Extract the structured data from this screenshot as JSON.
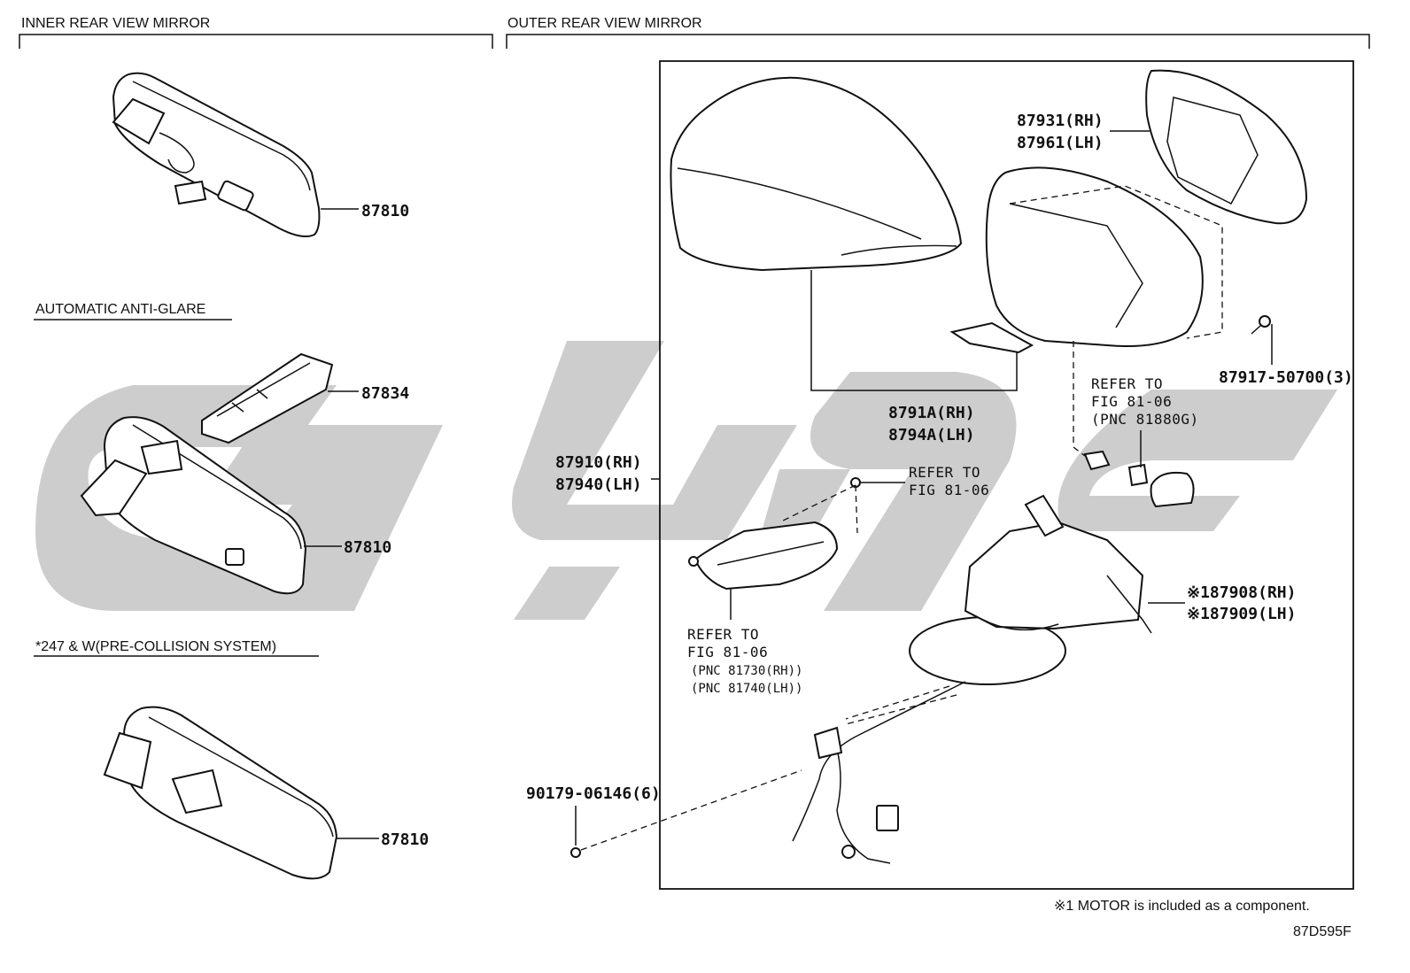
{
  "sections": {
    "inner": {
      "title": "INNER REAR VIEW MIRROR"
    },
    "outer": {
      "title": "OUTER REAR VIEW MIRROR"
    }
  },
  "variants": {
    "auto_antiglare": "AUTOMATIC ANTI-GLARE",
    "precollision": "*247 & W(PRE-COLLISION SYSTEM)"
  },
  "parts": {
    "p87810_a": "87810",
    "p87834": "87834",
    "p87810_b": "87810",
    "p87810_c": "87810",
    "p87931": "87931(RH)",
    "p87961": "87961(LH)",
    "p8791A": "8791A(RH)",
    "p8794A": "8794A(LH)",
    "p87917": "87917-50700(3)",
    "p87910": "87910(RH)",
    "p87940": "87940(LH)",
    "p87908": "※187908(RH)",
    "p87909": "※187909(LH)",
    "p90179": "90179-06146(6)"
  },
  "refs": {
    "r1_l1": "REFER TO",
    "r1_l2": "FIG 81-06",
    "r1_l3": "(PNC 81880G)",
    "r2_l1": "REFER TO",
    "r2_l2": "FIG 81-06",
    "r3_l1": "REFER TO",
    "r3_l2": "FIG 81-06",
    "r3_l3": "(PNC 81730(RH))",
    "r3_l4": "(PNC 81740(LH))"
  },
  "footnote": "※1 MOTOR is included as a component.",
  "diagram_code": "87D595F",
  "colors": {
    "line": "#111111",
    "watermark": "#c4c4c4"
  }
}
